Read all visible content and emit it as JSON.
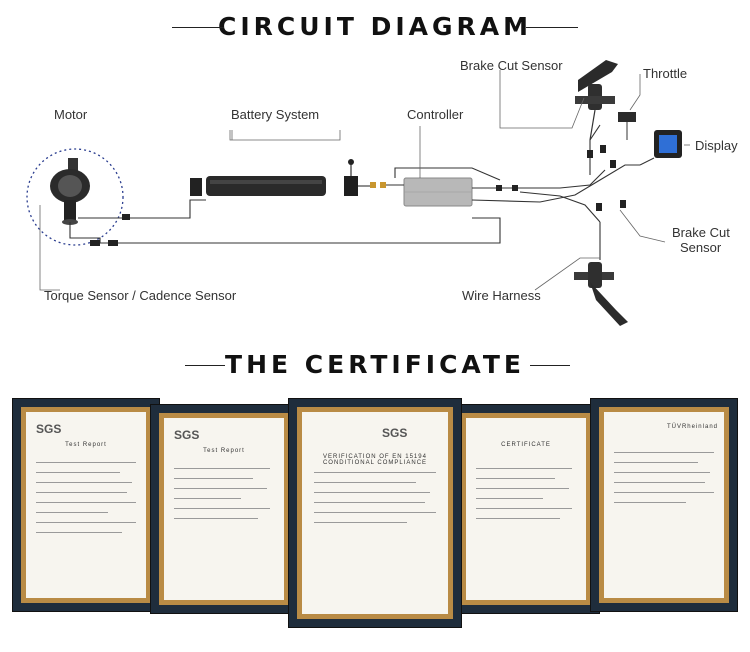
{
  "headings": {
    "circuit": "CIRCUIT DIAGRAM",
    "certificate": "THE CERTIFICATE"
  },
  "labels": {
    "motor": "Motor",
    "battery": "Battery System",
    "controller": "Controller",
    "brake_top": "Brake Cut Sensor",
    "throttle": "Throttle",
    "display": "Display",
    "brake_bottom_1": "Brake Cut",
    "brake_bottom_2": "Sensor",
    "torque": "Torque Sensor / Cadence Sensor",
    "harness": "Wire Harness"
  },
  "certificates": [
    {
      "logo": "SGS",
      "title": "Test Report"
    },
    {
      "logo": "SGS",
      "title": "Test Report"
    },
    {
      "logo": "SGS",
      "title": "VERIFICATION OF EN 15194 CONDITIONAL COMPLIANCE"
    },
    {
      "logo": "",
      "title": "CERTIFICATE"
    },
    {
      "logo": "",
      "title": "TÜVRheinland"
    }
  ],
  "colors": {
    "frame": "#1f2d3c",
    "mat": "#b98b45",
    "display_blue": "#2f6fd6"
  }
}
